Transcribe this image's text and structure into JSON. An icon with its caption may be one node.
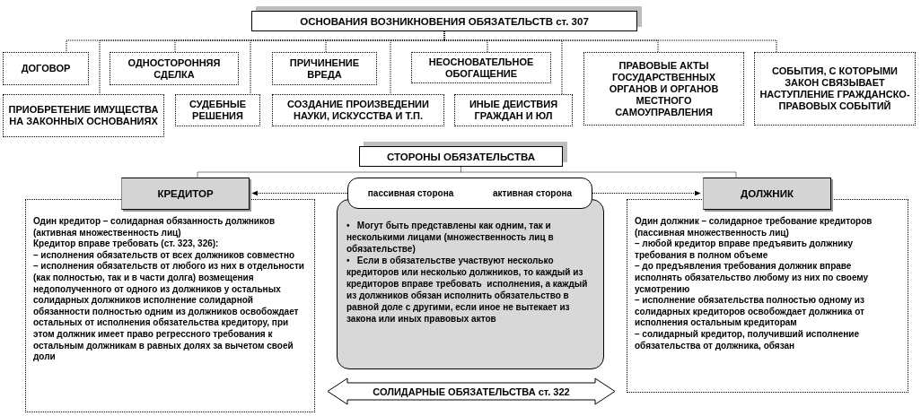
{
  "diagram": {
    "nodes": [
      {
        "text": [
          "ОСНОВАНИЯ  ВОЗНИКНОВЕНИЯ  ОБЯЗАТЕЛЬСТВ  ст. 307"
        ]
      },
      {
        "text": [
          "ДОГОВОР"
        ]
      },
      {
        "text": [
          "ОДНОСТОРОННЯЯ СДЕЛКА"
        ]
      },
      {
        "text": [
          "ПРИЧИНЕНИЕ ВРЕДА"
        ]
      },
      {
        "text": [
          "НЕОСНОВАТЕЛЬНОЕ ОБОГАЩЕНИЕ"
        ]
      },
      {
        "text": [
          "ПРАВОВЫЕ АКТЫ ГОСУДАРСТВЕННЫХ ОРГАНОВ И ОРГАНОВ МЕСТНОГО САМОУПРАВЛЕНИЯ"
        ]
      },
      {
        "text": [
          "СОБЫТИЯ, С КОТОРЫМИ ЗАКОН СВЯЗЫВАЕТ НАСТУПЛЕНИЕ ГРАЖДАНСКО-ПРАВОВЫХ СОБЫТИЙ"
        ]
      },
      {
        "text": [
          "ПРИОБРЕТЕНИЕ ИМУЩЕСТВА НА ЗАКОННЫХ ОСНОВАНИЯХ"
        ]
      },
      {
        "text": [
          "СУДЕБНЫЕ РЕШЕНИЯ"
        ]
      },
      {
        "text": [
          "СОЗДАНИЕ ПРОИЗВЕДЕНИИ НАУКИ, ИСКУССТВА И Т.П."
        ]
      },
      {
        "text": [
          "ИНЫЕ ДЕИСТВИЯ ГРАЖДАН И ЮЛ"
        ]
      },
      {
        "text": [
          "СТОРОНЫ  ОБЯЗАТЕЛЬСТВА"
        ]
      },
      {
        "text": [
          "КРЕДИТОР"
        ]
      },
      {
        "text": [
          "Один кредитор – солидарная обязанность должников (активная множественность лиц)",
          "Кредитор вправе требовать  (ст. 323, 326):",
          "– исполнения обязательств от всех должников совместно",
          "– исполнения обязательств от любого из них в отдельности (как полностью, так и в части долга) возмещения недополученного от одного из должников у остальных солидарных должников исполнение солидарной обязанности полностью одним из должников освобождает остальных от исполнения обязательства  кредитору, при этом должник имеет право регрессного требования к остальным должникам в равных долях за вычетом своей доли"
        ]
      },
      {
        "text": [
          "пассивная  сторона",
          "активная  сторона"
        ]
      },
      {
        "text": [
          "•   Могут быть представлены как одним, так и несколькими лицами (множественность лиц в обязательстве)",
          "•   Если в обязательстве участвуют несколько кредиторов или несколько должников, то каждый из кредиторов вправе требовать  исполнения, а каждый из должников обязан исполнить обязательство в равной доле с другими, если иное не вытекает из закона или иных правовых актов"
        ]
      },
      {
        "text": [
          "СОЛИДАРНЫЕ  ОБЯЗАТЕЛЬСТВА   ст. 322"
        ]
      },
      {
        "text": [
          "ДОЛЖНИК"
        ]
      },
      {
        "text": [
          "Один должник – солидарное требование кредиторов (пассивная множественность лиц)",
          "– любой кредитор вправе предъявить должнику требования в полном объеме",
          "– до предъявления требования должник вправе исполнять обязательство любому из них по своему усмотрению",
          "– исполнение обязательства полностью одному из солидарных кредиторов освобождает должника от исполнения остальным кредиторам",
          "– солидарный кредитор, получивший исполнение обязательства  от должника, обязан"
        ]
      }
    ],
    "edges": [
      {
        "from": 0,
        "to": 1,
        "arrow": "none"
      },
      {
        "from": 0,
        "to": 2,
        "arrow": "none"
      },
      {
        "from": 0,
        "to": 3,
        "arrow": "none"
      },
      {
        "from": 0,
        "to": 4,
        "arrow": "none"
      },
      {
        "from": 0,
        "to": 5,
        "arrow": "none"
      },
      {
        "from": 0,
        "to": 6,
        "arrow": "none"
      },
      {
        "from": 0,
        "to": 7,
        "arrow": "none"
      },
      {
        "from": 0,
        "to": 8,
        "arrow": "none"
      },
      {
        "from": 0,
        "to": 9,
        "arrow": "none"
      },
      {
        "from": 0,
        "to": 10,
        "arrow": "none"
      },
      {
        "from": 11,
        "to": 12,
        "arrow": "none"
      },
      {
        "from": 11,
        "to": 17,
        "arrow": "none"
      },
      {
        "from": 14,
        "to": 12,
        "arrow": "to"
      },
      {
        "from": 14,
        "to": 17,
        "arrow": "to"
      }
    ]
  }
}
